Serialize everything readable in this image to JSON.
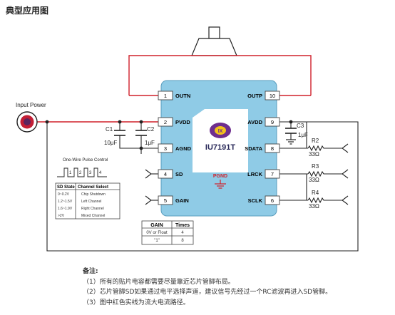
{
  "title": "典型应用图",
  "chip": {
    "name": "IU7191T",
    "ground_label": "PGND",
    "pins_left": [
      {
        "num": "1",
        "name": "OUTN"
      },
      {
        "num": "2",
        "name": "PVDD"
      },
      {
        "num": "3",
        "name": "AGND"
      },
      {
        "num": "4",
        "name": "SD"
      },
      {
        "num": "5",
        "name": "GAIN"
      }
    ],
    "pins_right": [
      {
        "num": "10",
        "name": "OUTP"
      },
      {
        "num": "9",
        "name": "AVDD"
      },
      {
        "num": "8",
        "name": "SDATA"
      },
      {
        "num": "7",
        "name": "LRCK"
      },
      {
        "num": "6",
        "name": "SCLK"
      }
    ]
  },
  "input_label": "Input Power",
  "components": {
    "c1_name": "C1",
    "c1_value": "10μF",
    "c2_name": "C2",
    "c2_value": "1μF",
    "c3_name": "C3",
    "c3_value": "1μF",
    "r2_name": "R2",
    "r2_value": "33Ω",
    "r3_name": "R3",
    "r3_value": "33Ω",
    "r4_name": "R4",
    "r4_value": "33Ω"
  },
  "pulse": {
    "title": "One-Wire Pulse Control",
    "labels": [
      "1",
      "2",
      "3",
      "4"
    ]
  },
  "sd_table": {
    "headers": [
      "SD State",
      "Channel Select"
    ],
    "rows": [
      [
        "0~0.2V",
        "Chip Shutdown"
      ],
      [
        "1.2~1.5V",
        "Left Channel"
      ],
      [
        "1.6~1.9V",
        "Right Channel"
      ],
      [
        ">2V",
        "Mixed Channel"
      ]
    ]
  },
  "gain_table": {
    "headers": [
      "GAIN",
      "Times"
    ],
    "rows": [
      [
        "0V or Float",
        "4"
      ],
      [
        "\"1\"",
        "8"
      ]
    ]
  },
  "notes": {
    "title": "备注:",
    "lines": [
      "（1）所有的贴片电容都需要尽量靠近芯片管脚布局。",
      "（2）芯片管脚SD如果通过电平选择声道，建议信号先经过一个RC滤波再进入SD管脚。",
      "（3）图中红色实线为流大电流路径。"
    ]
  },
  "colors": {
    "chip_body": "#8fcbe6",
    "power_path": "#d0202a",
    "wire": "#222222",
    "logo_purple": "#6e2e8e"
  }
}
